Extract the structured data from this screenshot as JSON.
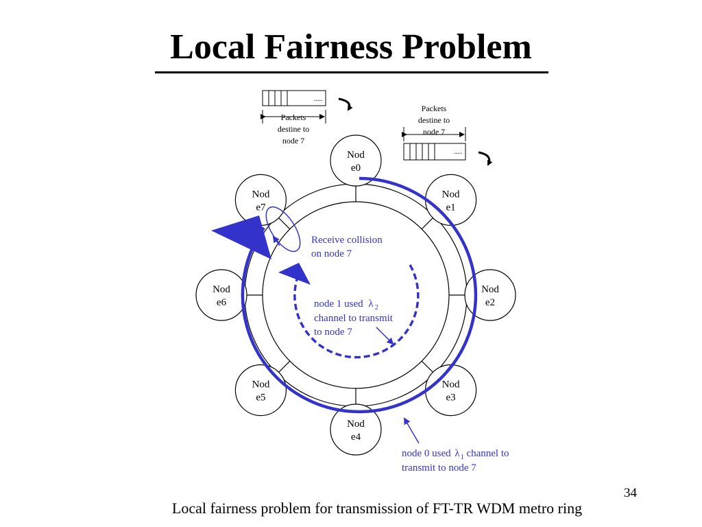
{
  "slide": {
    "title": "Local Fairness Problem",
    "caption": "Local fairness problem for transmission of  FT-TR WDM metro ring",
    "page_number": "34"
  },
  "nodes": [
    {
      "line1": "Nod",
      "line2": "e0"
    },
    {
      "line1": "Nod",
      "line2": "e1"
    },
    {
      "line1": "Nod",
      "line2": "e2"
    },
    {
      "line1": "Nod",
      "line2": "e3"
    },
    {
      "line1": "Nod",
      "line2": "e4"
    },
    {
      "line1": "Nod",
      "line2": "e5"
    },
    {
      "line1": "Nod",
      "line2": "e6"
    },
    {
      "line1": "Nod",
      "line2": "e7"
    }
  ],
  "queues": {
    "left": {
      "dots": ".....",
      "label_lines": [
        "Packets",
        "destine to",
        "node 7"
      ]
    },
    "right": {
      "dots": ".....",
      "label_lines": [
        "Packets",
        "destine to",
        "node 7"
      ]
    }
  },
  "annotations": {
    "collision": {
      "lines": [
        "Receive collision",
        "on  node 7"
      ]
    },
    "node1": {
      "line1_prefix": "node 1 used ",
      "lambda": "λ",
      "subscript": "2",
      "line2": "channel to transmit",
      "line3": "to node 7"
    },
    "node0": {
      "line1_prefix": "node 0 used ",
      "lambda": "λ",
      "subscript": "1",
      "line1_suffix": " channel to",
      "line2": "transmit to node 7"
    }
  },
  "colors": {
    "accent": "#3333cc",
    "ink": "#000000"
  }
}
